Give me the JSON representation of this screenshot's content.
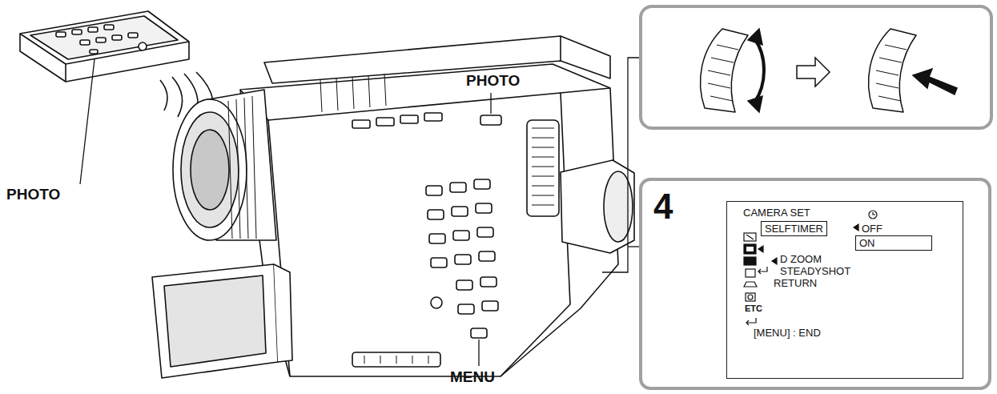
{
  "diagram": {
    "nodes": [
      {
        "text": [
          "4"
        ]
      },
      {
        "text": [
          "CAMERA SET",
          "OFF",
          "D ZOOM",
          "STEADYSHOT",
          "RETURN",
          "ETC",
          "[MENU] : END"
        ],
        "in": 0
      },
      {
        "text": [
          "SELFTIMER"
        ],
        "in": 1
      },
      {
        "text": [
          "ON"
        ],
        "in": 1
      }
    ],
    "labels": [
      "PHOTO",
      "PHOTO",
      "MENU"
    ]
  }
}
